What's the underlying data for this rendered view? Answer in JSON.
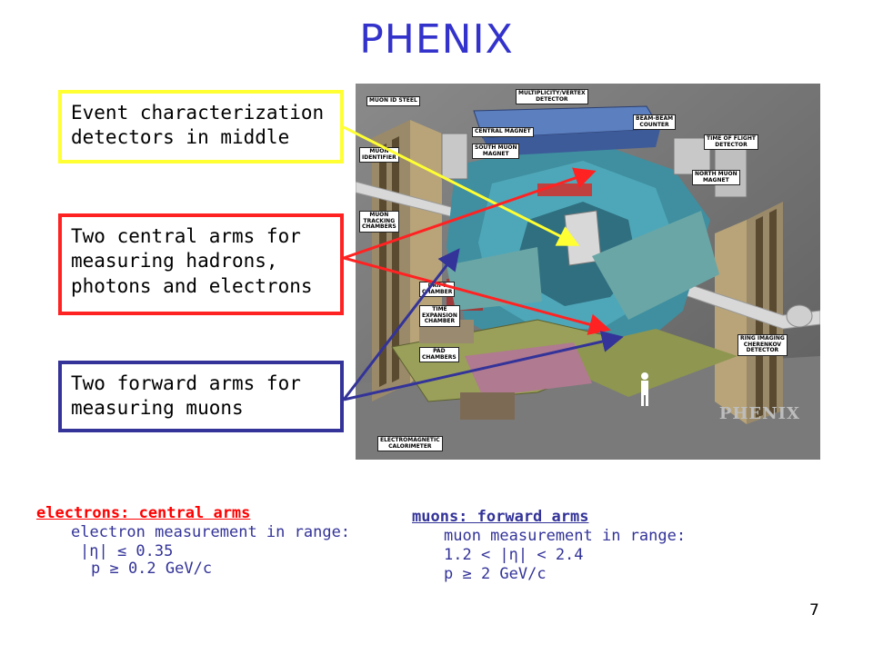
{
  "title": "PHENIX",
  "callouts": {
    "yellow": "Event characterization\ndetectors in middle",
    "red": "Two central arms for\nmeasuring hadrons,\nphotons and electrons",
    "blue": "Two forward arms for\nmeasuring muons"
  },
  "figure_labels": {
    "muon_id_steel": "MUON ID STEEL",
    "multiplicity": "MULTIPLICITY/VERTEX\nDETECTOR",
    "beam_beam": "BEAM-BEAM\nCOUNTER",
    "central_magnet": "CENTRAL MAGNET",
    "south_muon_magnet": "SOUTH MUON\nMAGNET",
    "time_of_flight": "TIME OF FLIGHT\nDETECTOR",
    "muon_identifier": "MUON\nIDENTIFIER",
    "north_muon_magnet": "NORTH MUON\nMAGNET",
    "muon_tracking": "MUON\nTRACKING\nCHAMBERS",
    "drift_chamber": "DRIFT\nCHAMBER",
    "tec": "TIME\nEXPANSION\nCHAMBER",
    "rich": "RING IMAGING\nCHERENKOV\nDETECTOR",
    "pad_chambers": "PAD\nCHAMBERS",
    "emcal": "ELECTROMAGNETIC\nCALORIMETER",
    "logo": "PHENIX"
  },
  "electrons": {
    "header": "electrons:  central arms",
    "line1": "electron measurement in range:",
    "line2": "|η|  ≤ 0.35",
    "line3": "p  ≥ 0.2 GeV/c"
  },
  "muons": {
    "header": "muons: forward arms",
    "line1": "muon measurement in range:",
    "line2": "1.2 < |η| < 2.4",
    "line3": "p  ≥ 2 GeV/c"
  },
  "page_number": "7",
  "colors": {
    "title": "#3333cc",
    "yellow": "#ffff33",
    "red": "#ff2222",
    "blue": "#333399"
  }
}
